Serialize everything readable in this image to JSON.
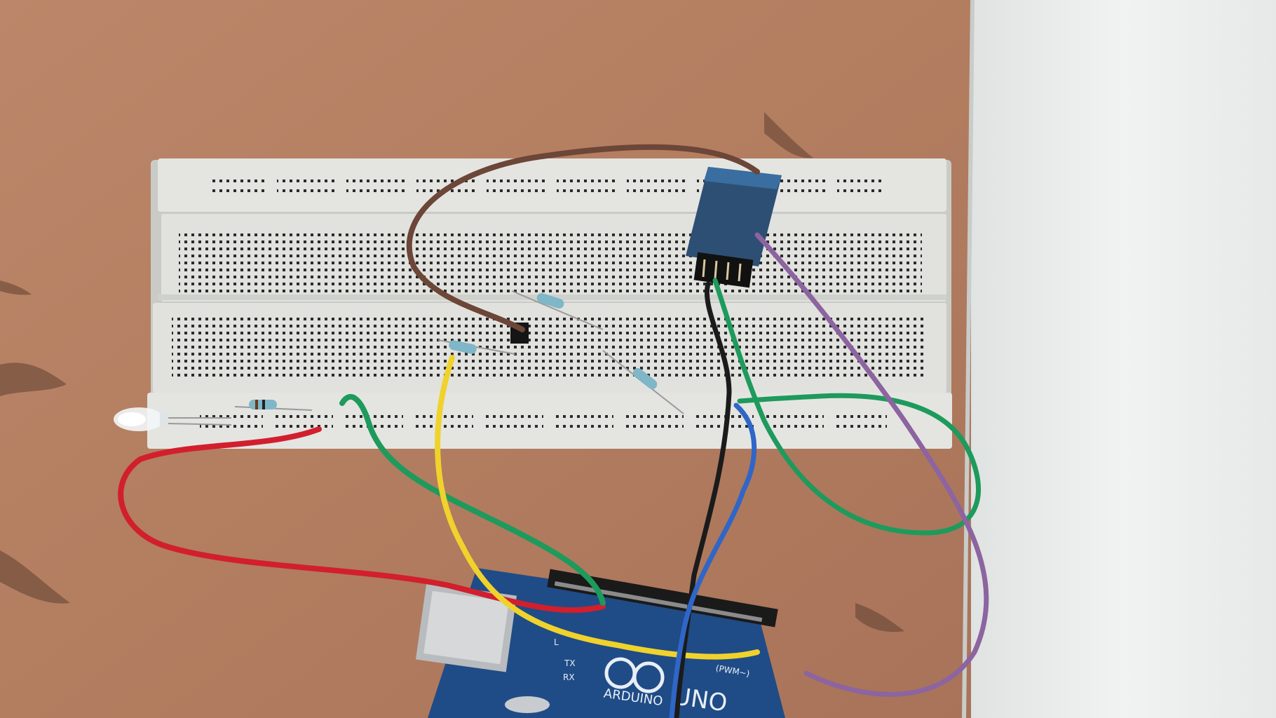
{
  "photo": {
    "subject": "",
    "colors": {
      "table": "#b88266",
      "table_dark": "#7b5542",
      "wall": "#e9ecea",
      "breadboard": "#e3e4e0",
      "breadboard_shadow": "#c9cbc6",
      "hole": "#2b2b2b",
      "board_pcb": "#1f4c86",
      "module_pcb": "#2e4f74",
      "wire_red": "#d21f2d",
      "wire_green": "#1e9a5c",
      "wire_yellow": "#f0d22c",
      "wire_brown": "#6c4638",
      "wire_purple": "#8c64a0",
      "wire_blue": "#2f66c7",
      "wire_black": "#1b1b1b"
    }
  },
  "arduino": {
    "brand_label": "ARDUINO",
    "model_label": "UNO",
    "pwm_label": "(PWM~)",
    "tx_label": "TX",
    "rx_label": "RX",
    "l_label": "L"
  },
  "components": {
    "led": "led",
    "bluetooth_module": "bluetooth-module",
    "resistors": [
      "resistor-1",
      "resistor-2",
      "resistor-3",
      "resistor-4"
    ]
  }
}
